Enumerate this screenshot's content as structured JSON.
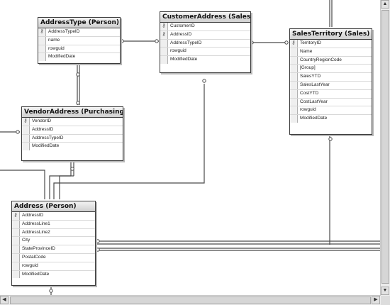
{
  "tables": [
    {
      "id": "address-type",
      "title": "AddressType (Person)",
      "columns": [
        {
          "name": "AddressTypeID",
          "key": true
        },
        {
          "name": "name",
          "key": false
        },
        {
          "name": "rowguid",
          "key": false
        },
        {
          "name": "ModifiedDate",
          "key": false
        }
      ]
    },
    {
      "id": "customer-address",
      "title": "CustomerAddress (Sales)",
      "columns": [
        {
          "name": "CustomerID",
          "key": true
        },
        {
          "name": "AddressID",
          "key": true
        },
        {
          "name": "AddressTypeID",
          "key": false
        },
        {
          "name": "rowguid",
          "key": false
        },
        {
          "name": "ModifiedDate",
          "key": false
        }
      ]
    },
    {
      "id": "sales-territory",
      "title": "SalesTerritory (Sales)",
      "columns": [
        {
          "name": "TerritoryID",
          "key": true
        },
        {
          "name": "Name",
          "key": false
        },
        {
          "name": "CountryRegionCode",
          "key": false
        },
        {
          "name": "[Group]",
          "key": false
        },
        {
          "name": "SalesYTD",
          "key": false
        },
        {
          "name": "SalesLastYear",
          "key": false
        },
        {
          "name": "CostYTD",
          "key": false
        },
        {
          "name": "CostLastYear",
          "key": false
        },
        {
          "name": "rowguid",
          "key": false
        },
        {
          "name": "ModifiedDate",
          "key": false
        }
      ]
    },
    {
      "id": "vendor-address",
      "title": "VendorAddress (Purchasing)",
      "columns": [
        {
          "name": "VendorID",
          "key": true
        },
        {
          "name": "AddressID",
          "key": false
        },
        {
          "name": "AddressTypeID",
          "key": false
        },
        {
          "name": "ModifiedDate",
          "key": false
        }
      ]
    },
    {
      "id": "address",
      "title": "Address (Person)",
      "columns": [
        {
          "name": "AddressID",
          "key": true
        },
        {
          "name": "AddressLine1",
          "key": false
        },
        {
          "name": "AddressLine2",
          "key": false
        },
        {
          "name": "City",
          "key": false
        },
        {
          "name": "StateProvinceID",
          "key": false
        },
        {
          "name": "PostalCode",
          "key": false
        },
        {
          "name": "rowguid",
          "key": false
        },
        {
          "name": "ModifiedDate",
          "key": false
        }
      ]
    }
  ],
  "icons": {
    "primary_key": "key-icon",
    "row_selector": "row-selector",
    "relationship_end": "relationship-endpoint"
  },
  "colors": {
    "line": "#4a4a4a",
    "title_bg": "#d8d8d8",
    "border": "#3a3a3a",
    "canvas": "#ffffff"
  }
}
